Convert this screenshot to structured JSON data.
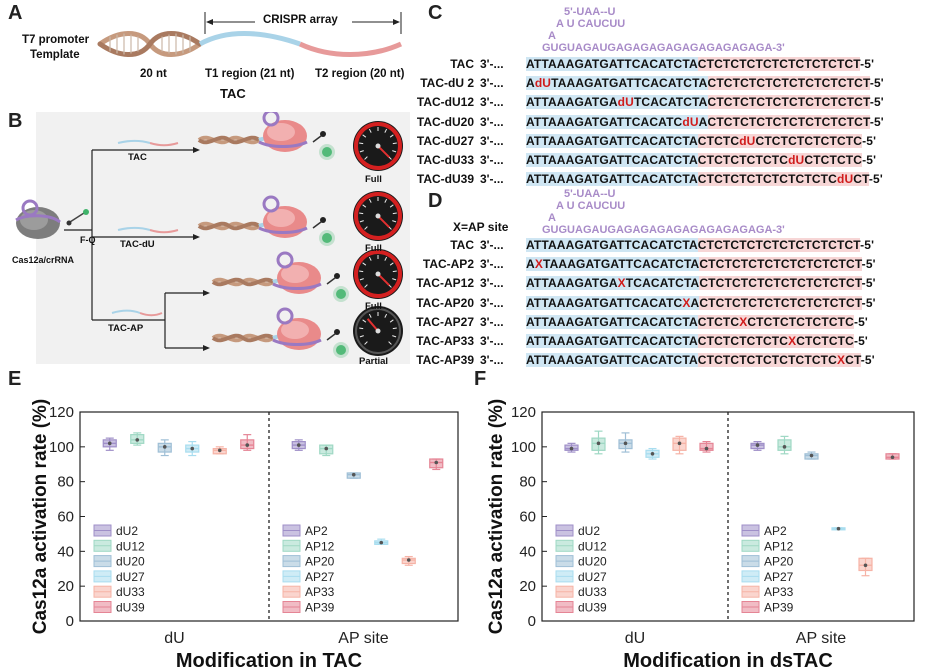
{
  "panel_labels": {
    "A": "A",
    "B": "B",
    "C": "C",
    "D": "D",
    "E": "E",
    "F": "F"
  },
  "panelA": {
    "left_label_1": "T7 promoter",
    "left_label_2": "Template",
    "crispr_array": "CRISPR array",
    "seg_20nt": "20 nt",
    "t1_region": "T1 region (21 nt)",
    "t2_region": "T2 region (20 nt)",
    "caption": "TAC"
  },
  "panelB": {
    "complex_label": "Cas12a/crRNA",
    "fq_label": "F-Q",
    "branches": [
      {
        "label": "TAC",
        "speed": "Full",
        "level": 1.0
      },
      {
        "label": "TAC-dU",
        "speed": "Full",
        "level": 1.0
      },
      {
        "label": "TAC-AP",
        "speed": "Full",
        "level": 1.0
      },
      {
        "label": "",
        "speed": "Partial",
        "level": 0.35
      }
    ]
  },
  "crrna": {
    "line1": "5'-UAA--U",
    "line2": "A  U  CAUCUU",
    "line3a": "A",
    "line4": "GUGUAGAUGAGAGAGAGAGAGAGAGAGA-3'"
  },
  "panelC": {
    "rows": [
      {
        "name": "TAC",
        "prefix": "3'-...",
        "blue_a": "ATTAAAGATGATTCACATCTA",
        "mark": "",
        "blue_b": "",
        "pink_a": "CTCTCTCTCTCTCTCTCTCT",
        "pink_b": "",
        "suffix": "-5'"
      },
      {
        "name": "TAC-dU 2",
        "prefix": "3'-...",
        "blue_a": "A",
        "mark": "dU",
        "blue_b": "TAAAGATGATTCACATCTA",
        "pink_a": "CTCTCTCTCTCTCTCTCTCT",
        "pink_b": "",
        "suffix": "-5'"
      },
      {
        "name": "TAC-dU12",
        "prefix": "3'-...",
        "blue_a": "ATTAAAGATGA",
        "mark": "dU",
        "blue_b": "TCACATCTA",
        "pink_a": "CTCTCTCTCTCTCTCTCTCT",
        "pink_b": "",
        "suffix": "-5'"
      },
      {
        "name": "TAC-dU20",
        "prefix": "3'-...",
        "blue_a": "ATTAAAGATGATTCACATC",
        "mark": "dU",
        "blue_b": "A",
        "pink_a": "CTCTCTCTCTCTCTCTCTCT",
        "pink_b": "",
        "suffix": "-5'"
      },
      {
        "name": "TAC-dU27",
        "prefix": "3'-...",
        "blue_a": "ATTAAAGATGATTCACATCTA",
        "mark": "",
        "blue_b": "",
        "pink_a": "CTCTC",
        "pink_mark": "dU",
        "pink_b": "CTCTCTCTCTCTC",
        "suffix": "-5'"
      },
      {
        "name": "TAC-dU33",
        "prefix": "3'-...",
        "blue_a": "ATTAAAGATGATTCACATCTA",
        "mark": "",
        "blue_b": "",
        "pink_a": "CTCTCTCTCTC",
        "pink_mark": "dU",
        "pink_b": "CTCTCTC",
        "suffix": "-5'"
      },
      {
        "name": "TAC-dU39",
        "prefix": "3'-...",
        "blue_a": "ATTAAAGATGATTCACATCTA",
        "mark": "",
        "blue_b": "",
        "pink_a": "CTCTCTCTCTCTCTCTC",
        "pink_mark": "dU",
        "pink_b": "CT",
        "suffix": "-5'"
      }
    ]
  },
  "panelD": {
    "x_def": "X=AP site",
    "rows": [
      {
        "name": "TAC",
        "prefix": "3'-...",
        "blue_a": "ATTAAAGATGATTCACATCTA",
        "mark": "",
        "blue_b": "",
        "pink_a": "CTCTCTCTCTCTCTCTCTCT",
        "pink_mark": "",
        "pink_b": "",
        "suffix": "-5'"
      },
      {
        "name": "TAC-AP2",
        "prefix": "3'-...",
        "blue_a": "A",
        "mark": "X",
        "blue_b": "TAAAGATGATTCACATCTA",
        "pink_a": "CTCTCTCTCTCTCTCTCTCT",
        "pink_mark": "",
        "pink_b": "",
        "suffix": "-5'"
      },
      {
        "name": "TAC-AP12",
        "prefix": "3'-...",
        "blue_a": "ATTAAAGATGA",
        "mark": "X",
        "blue_b": "TCACATCTA",
        "pink_a": "CTCTCTCTCTCTCTCTCTCT",
        "pink_mark": "",
        "pink_b": "",
        "suffix": "-5'"
      },
      {
        "name": "TAC-AP20",
        "prefix": "3'-...",
        "blue_a": "ATTAAAGATGATTCACATC",
        "mark": "X",
        "blue_b": "A",
        "pink_a": "CTCTCTCTCTCTCTCTCTCT",
        "pink_mark": "",
        "pink_b": "",
        "suffix": "-5'"
      },
      {
        "name": "TAC-AP27",
        "prefix": "3'-...",
        "blue_a": "ATTAAAGATGATTCACATCTA",
        "mark": "",
        "blue_b": "",
        "pink_a": "CTCTC",
        "pink_mark": "X",
        "pink_b": "CTCTCTCTCTCTC",
        "suffix": "-5'"
      },
      {
        "name": "TAC-AP33",
        "prefix": "3'-...",
        "blue_a": "ATTAAAGATGATTCACATCTA",
        "mark": "",
        "blue_b": "",
        "pink_a": "CTCTCTCTCTC",
        "pink_mark": "X",
        "pink_b": "CTCTCTC",
        "suffix": "-5'"
      },
      {
        "name": "TAC-AP39",
        "prefix": "3'-...",
        "blue_a": "ATTAAAGATGATTCACATCTA",
        "mark": "",
        "blue_b": "",
        "pink_a": "CTCTCTCTCTCTCTCTC",
        "pink_mark": "X",
        "pink_b": "CT",
        "suffix": "-5'"
      }
    ]
  },
  "colors": {
    "series": [
      "#9f8fc8",
      "#9fd8c4",
      "#9fbfd6",
      "#a8ddef",
      "#f6b3a6",
      "#e58595"
    ],
    "blue_bg": "#cfe6f3",
    "pink_bg": "#f7d6d6",
    "mark": "#d01c1c",
    "purple": "#a88bc8"
  },
  "chart_data": [
    {
      "type": "box",
      "panel": "E",
      "ylabel": "Cas12a activation rate (%)",
      "xlabel": "Modification in TAC",
      "groups": [
        "dU",
        "AP site"
      ],
      "ylim": [
        0,
        120
      ],
      "yticks": [
        0,
        20,
        40,
        60,
        80,
        100,
        120
      ],
      "legend_left": [
        "dU2",
        "dU12",
        "dU20",
        "dU27",
        "dU33",
        "dU39"
      ],
      "legend_right": [
        "AP2",
        "AP12",
        "AP20",
        "AP27",
        "AP33",
        "AP39"
      ],
      "series": [
        {
          "name": "dU2",
          "group": "dU",
          "median": 102,
          "q1": 100,
          "q3": 104,
          "min": 98,
          "max": 105
        },
        {
          "name": "dU12",
          "group": "dU",
          "median": 104,
          "q1": 102,
          "q3": 107,
          "min": 101,
          "max": 108
        },
        {
          "name": "dU20",
          "group": "dU",
          "median": 100,
          "q1": 97,
          "q3": 102,
          "min": 95,
          "max": 104
        },
        {
          "name": "dU27",
          "group": "dU",
          "median": 99,
          "q1": 97,
          "q3": 101,
          "min": 95,
          "max": 103
        },
        {
          "name": "dU33",
          "group": "dU",
          "median": 98,
          "q1": 96,
          "q3": 99,
          "min": 96,
          "max": 100
        },
        {
          "name": "dU39",
          "group": "dU",
          "median": 101,
          "q1": 99,
          "q3": 104,
          "min": 98,
          "max": 107
        },
        {
          "name": "AP2",
          "group": "AP site",
          "median": 101,
          "q1": 99,
          "q3": 103,
          "min": 98,
          "max": 104
        },
        {
          "name": "AP12",
          "group": "AP site",
          "median": 99,
          "q1": 96,
          "q3": 101,
          "min": 95,
          "max": 101
        },
        {
          "name": "AP20",
          "group": "AP site",
          "median": 84,
          "q1": 82,
          "q3": 85,
          "min": 82,
          "max": 85
        },
        {
          "name": "AP27",
          "group": "AP site",
          "median": 45,
          "q1": 44,
          "q3": 46,
          "min": 44,
          "max": 47
        },
        {
          "name": "AP33",
          "group": "AP site",
          "median": 35,
          "q1": 33,
          "q3": 36,
          "min": 32,
          "max": 37
        },
        {
          "name": "AP39",
          "group": "AP site",
          "median": 91,
          "q1": 88,
          "q3": 93,
          "min": 87,
          "max": 93
        }
      ]
    },
    {
      "type": "box",
      "panel": "F",
      "ylabel": "Cas12a activation rate (%)",
      "xlabel": "Modification in dsTAC",
      "groups": [
        "dU",
        "AP site"
      ],
      "ylim": [
        0,
        120
      ],
      "yticks": [
        0,
        20,
        40,
        60,
        80,
        100,
        120
      ],
      "legend_left": [
        "dU2",
        "dU12",
        "dU20",
        "dU27",
        "dU33",
        "dU39"
      ],
      "legend_right": [
        "AP2",
        "AP12",
        "AP20",
        "AP27",
        "AP33",
        "AP39"
      ],
      "series": [
        {
          "name": "dU2",
          "group": "dU",
          "median": 99,
          "q1": 98,
          "q3": 101,
          "min": 97,
          "max": 102
        },
        {
          "name": "dU12",
          "group": "dU",
          "median": 102,
          "q1": 98,
          "q3": 105,
          "min": 96,
          "max": 109
        },
        {
          "name": "dU20",
          "group": "dU",
          "median": 102,
          "q1": 99,
          "q3": 104,
          "min": 97,
          "max": 108
        },
        {
          "name": "dU27",
          "group": "dU",
          "median": 96,
          "q1": 94,
          "q3": 98,
          "min": 93,
          "max": 99
        },
        {
          "name": "dU33",
          "group": "dU",
          "median": 102,
          "q1": 98,
          "q3": 105,
          "min": 96,
          "max": 106
        },
        {
          "name": "dU39",
          "group": "dU",
          "median": 99,
          "q1": 98,
          "q3": 102,
          "min": 97,
          "max": 103
        },
        {
          "name": "AP2",
          "group": "AP site",
          "median": 101,
          "q1": 99,
          "q3": 102,
          "min": 98,
          "max": 103
        },
        {
          "name": "AP12",
          "group": "AP site",
          "median": 100,
          "q1": 98,
          "q3": 104,
          "min": 96,
          "max": 106
        },
        {
          "name": "AP20",
          "group": "AP site",
          "median": 95,
          "q1": 93,
          "q3": 96,
          "min": 93,
          "max": 97
        },
        {
          "name": "AP27",
          "group": "AP site",
          "median": 53,
          "q1": 52.5,
          "q3": 53.5,
          "min": 52.5,
          "max": 53.5
        },
        {
          "name": "AP33",
          "group": "AP site",
          "median": 32,
          "q1": 29,
          "q3": 36,
          "min": 26,
          "max": 36
        },
        {
          "name": "AP39",
          "group": "AP site",
          "median": 94,
          "q1": 93,
          "q3": 96,
          "min": 93,
          "max": 96
        }
      ]
    }
  ]
}
